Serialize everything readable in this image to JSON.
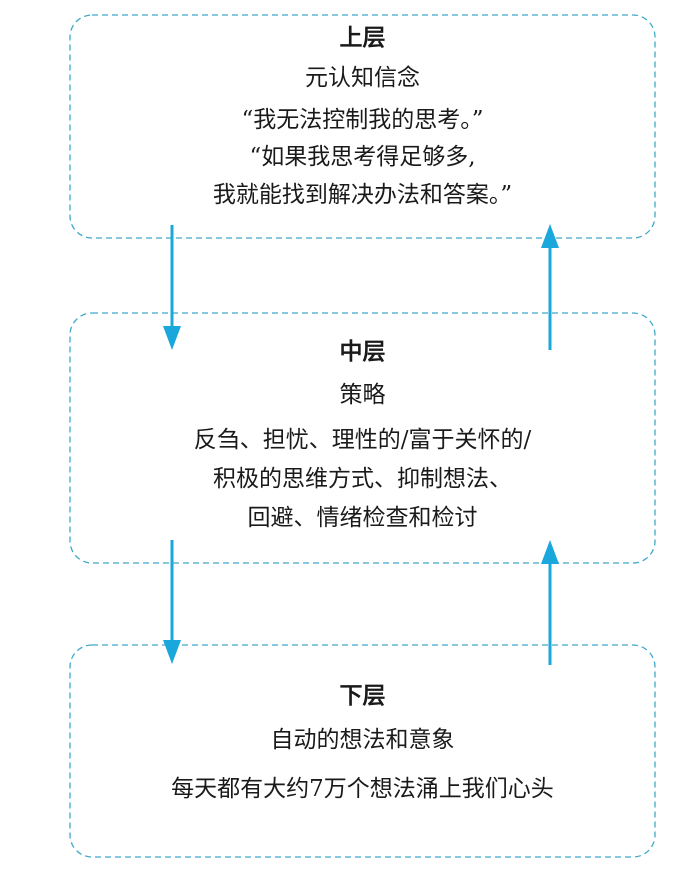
{
  "colors": {
    "accent": "#1aa7dc",
    "border": "#3fa9c9"
  },
  "upper": {
    "title": "上层",
    "subtitle": "元认知信念",
    "lines": [
      "“我无法控制我的思考。”",
      "“如果我思考得足够多,",
      "我就能找到解决办法和答案。”"
    ]
  },
  "middle": {
    "title": "中层",
    "subtitle": "策略",
    "lines": [
      "反刍、担忧、理性的/富于关怀的/",
      "积极的思维方式、抑制想法、",
      "回避、情绪检查和检讨"
    ]
  },
  "lower": {
    "title": "下层",
    "subtitle": "自动的想法和意象",
    "lines": [
      "每天都有大约7万个想法涌上我们心头"
    ]
  }
}
